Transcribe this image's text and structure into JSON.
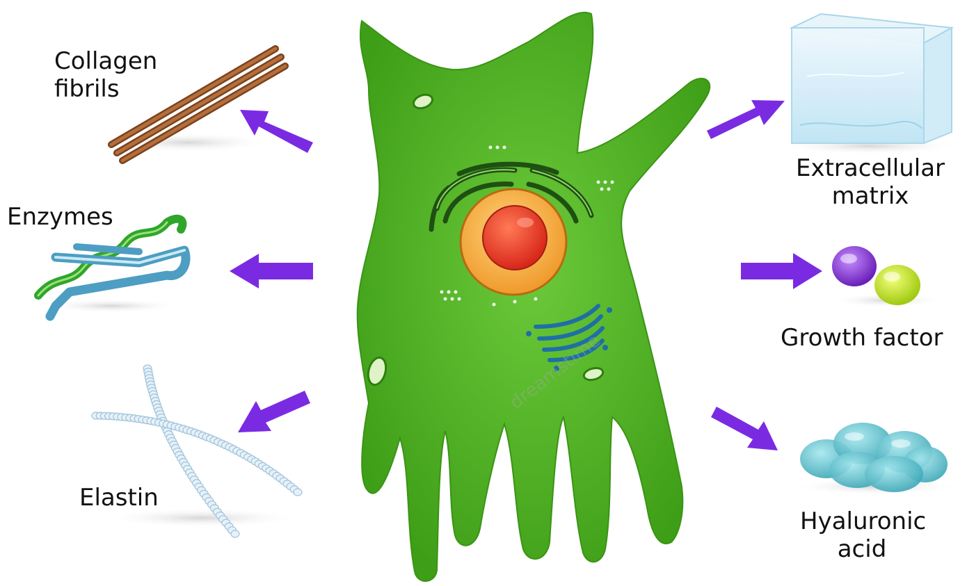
{
  "labels": {
    "collagen": [
      "Collagen",
      "fibrils"
    ],
    "enzymes": "Enzymes",
    "elastin": "Elastin",
    "extracellular": [
      "Extracellular",
      "matrix"
    ],
    "growth": "Growth factor",
    "hyaluronic": [
      "Hyaluronic",
      "acid"
    ]
  },
  "watermark": "dreamstime",
  "colors": {
    "cell": "#4cb01e",
    "cell_dark": "#2f8a0e",
    "arrow": "#7a2be2",
    "nucleus_outer": "#f2a63a",
    "nucleus_inner": "#e4321e",
    "collagen": "#9a5a2e",
    "enzyme_green": "#2fa62b",
    "enzyme_blue": "#5aa7c8",
    "elastin": "#c9dfee",
    "matrix": "#cdeaf6",
    "growth_purple": "#8a3fd1",
    "growth_yellow": "#c7e61e",
    "hyaluronic": "#5bc3cf"
  }
}
